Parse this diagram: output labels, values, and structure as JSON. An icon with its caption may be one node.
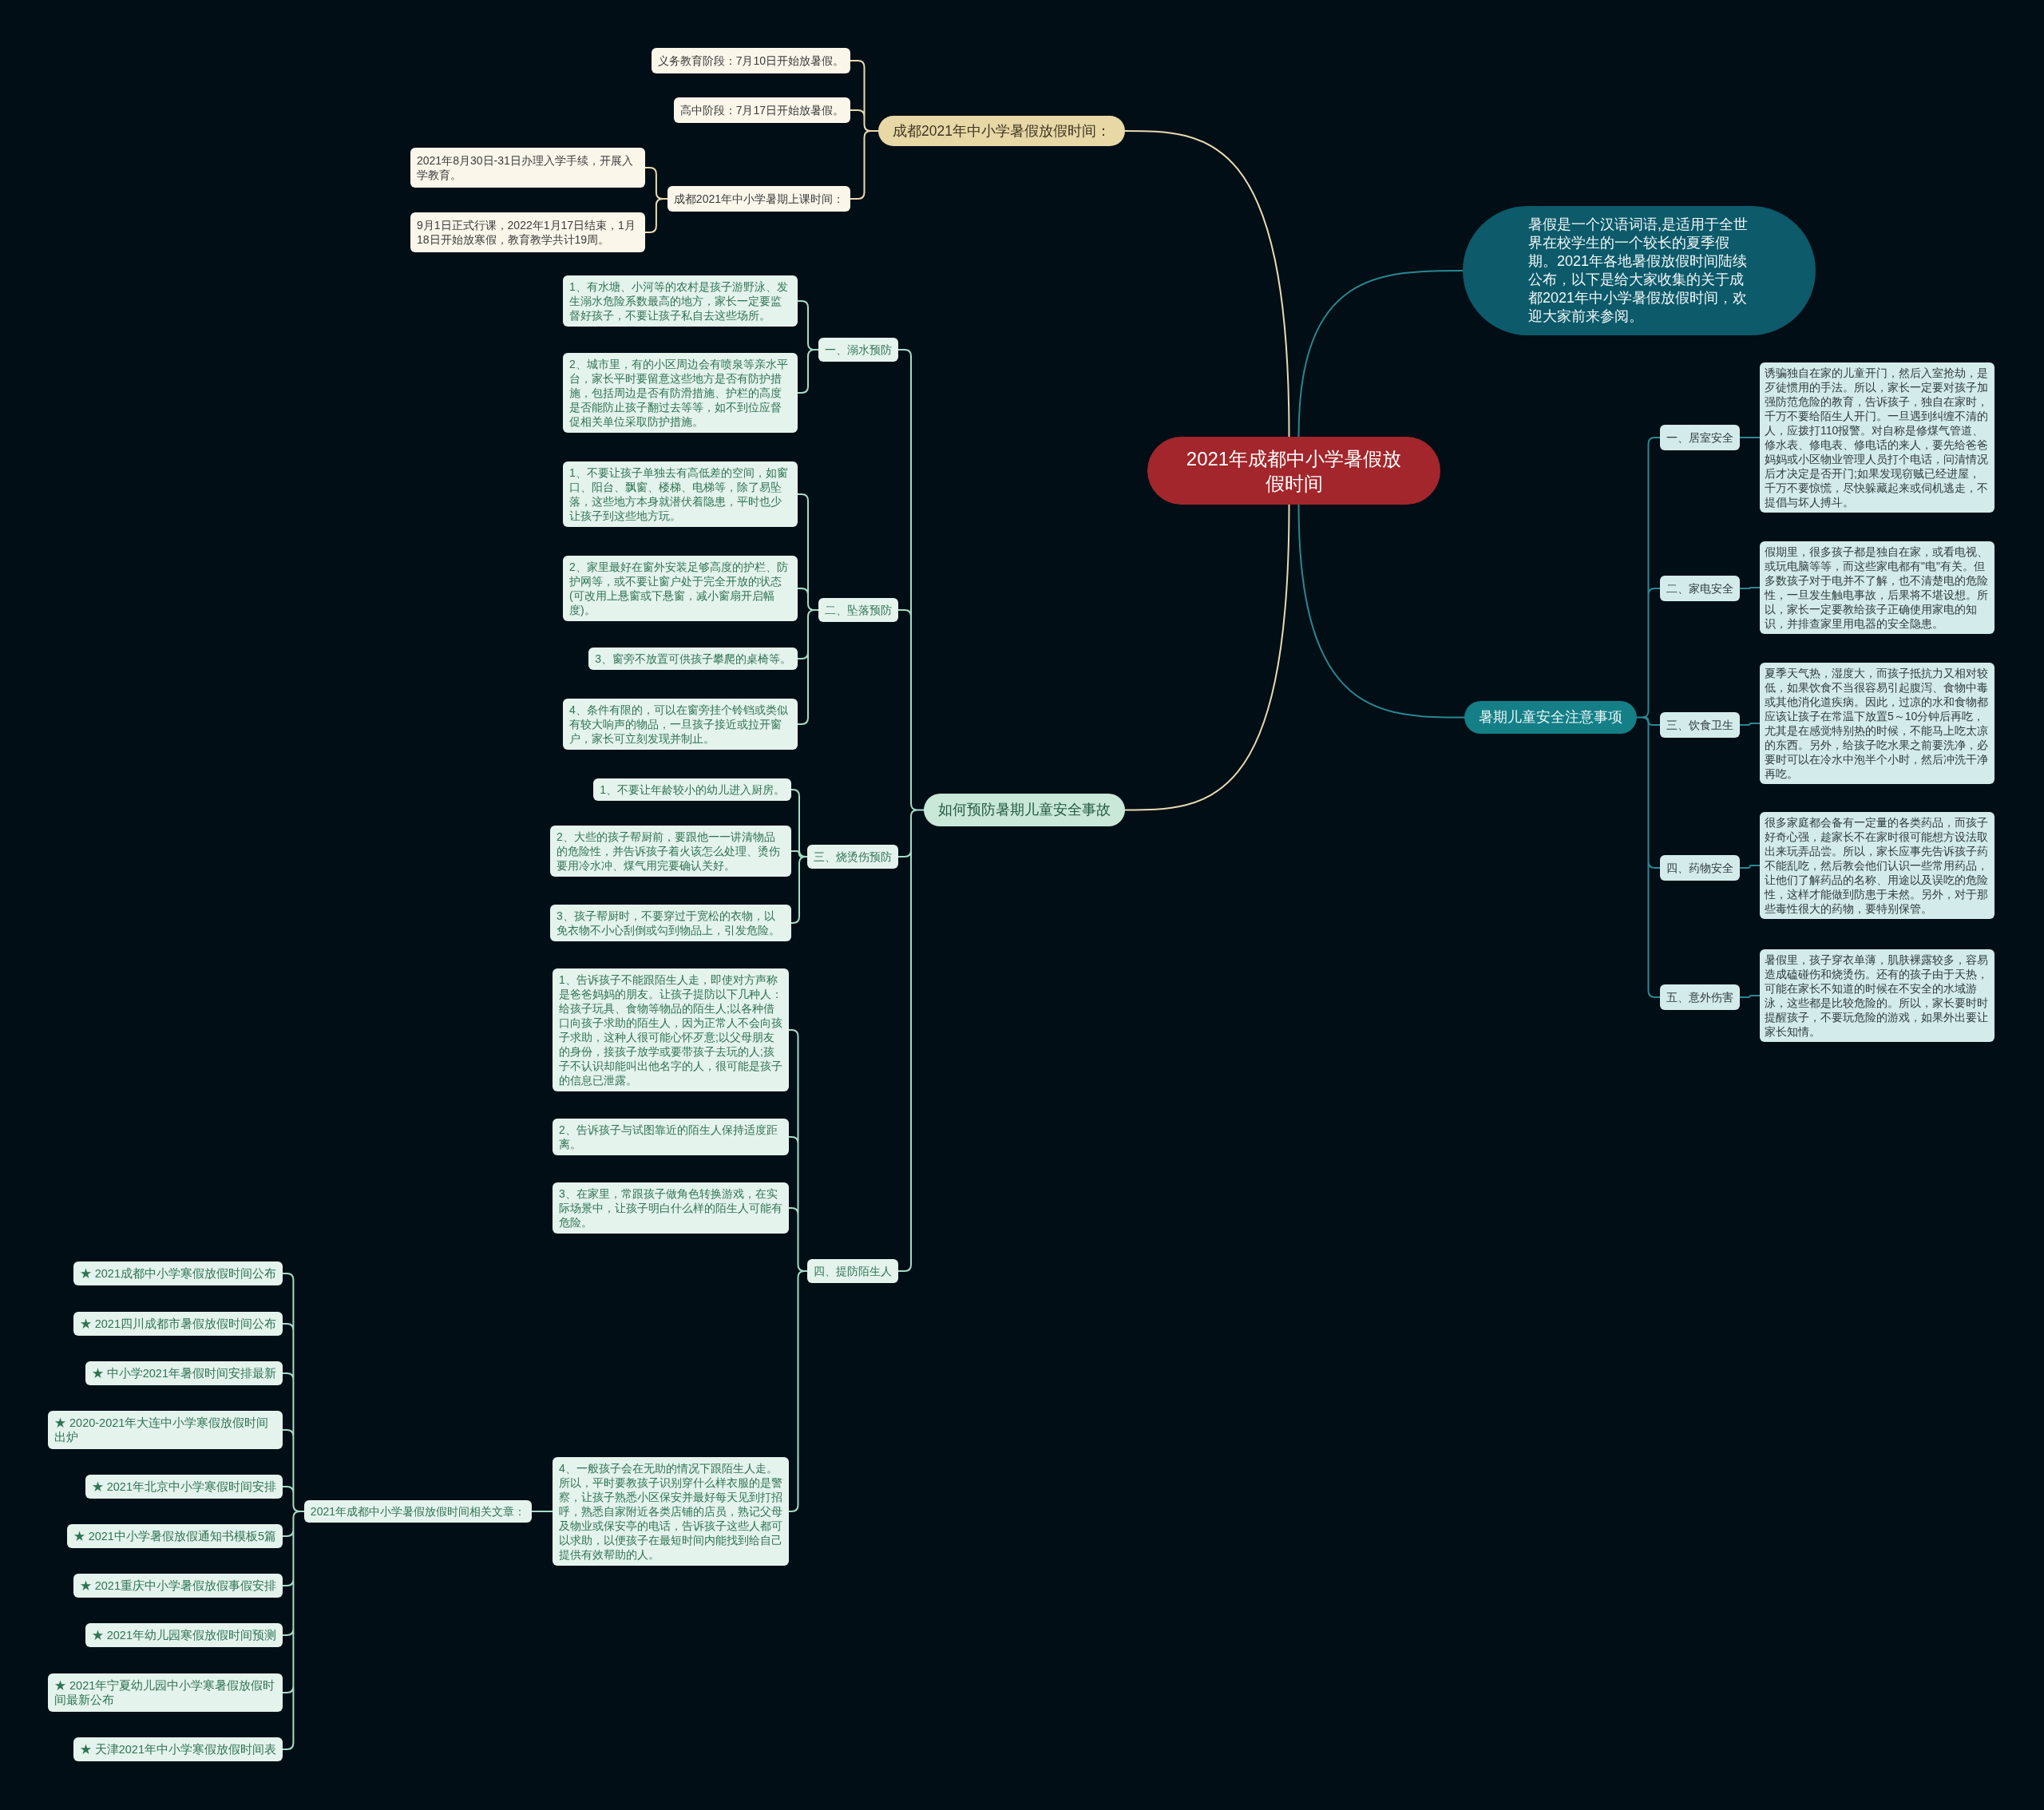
{
  "diagram": {
    "nodes": [
      {
        "text": [
          "2021年成都中小学暑假放假时间"
        ]
      },
      {
        "text": [
          "成都2021年中小学暑假放假时间："
        ]
      },
      {
        "text": [
          "义务教育阶段：7月10日开始放暑假。"
        ]
      },
      {
        "text": [
          "高中阶段：7月17日开始放暑假。"
        ]
      },
      {
        "text": [
          "成都2021年中小学暑期上课时间："
        ]
      },
      {
        "text": [
          "2021年8月30日-31日办理入学手续，开展入学教育。"
        ]
      },
      {
        "text": [
          "9月1日正式行课，2022年1月17日结束，1月18日开始放寒假，教育教学共计19周。"
        ]
      },
      {
        "text": [
          "暑假是一个汉语词语,是适用于全世界在校学生的一个较长的夏季假期。2021年各地暑假放假时间陆续公布，以下是给大家收集的关于成都2021年中小学暑假放假时间，欢迎大家前来参阅。"
        ]
      },
      {
        "text": [
          "暑期儿童安全注意事项"
        ]
      },
      {
        "text": [
          "一、居室安全"
        ]
      },
      {
        "text": [
          "诱骗独自在家的儿童开门，然后入室抢劫，是歹徒惯用的手法。所以，家长一定要对孩子加强防范危险的教育，告诉孩子，独自在家时，千万不要给陌生人开门。一旦遇到纠缠不清的人，应拨打110报警。对自称是修煤气管道、修水表、修电表、修电话的来人，要先给爸爸妈妈或小区物业管理人员打个电话，问清情况后才决定是否开门;如果发现窃贼已经进屋，千万不要惊慌，尽快躲藏起来或伺机逃走，不提倡与坏人搏斗。"
        ]
      },
      {
        "text": [
          "二、家电安全"
        ]
      },
      {
        "text": [
          "假期里，很多孩子都是独自在家，或看电视、或玩电脑等等，而这些家电都有\"电\"有关。但多数孩子对于电并不了解，也不清楚电的危险性，一旦发生触电事故，后果将不堪设想。所以，家长一定要教给孩子正确使用家电的知识，并排查家里用电器的安全隐患。"
        ]
      },
      {
        "text": [
          "三、饮食卫生"
        ]
      },
      {
        "text": [
          "夏季天气热，湿度大，而孩子抵抗力又相对较低，如果饮食不当很容易引起腹泻、食物中毒或其他消化道疾病。因此，过凉的水和食物都应该让孩子在常温下放置5～10分钟后再吃，尤其是在感觉特别热的时候，不能马上吃太凉的东西。另外，给孩子吃水果之前要洗净，必要时可以在冷水中泡半个小时，然后冲洗干净再吃。"
        ]
      },
      {
        "text": [
          "四、药物安全"
        ]
      },
      {
        "text": [
          "很多家庭都会备有一定量的各类药品，而孩子好奇心强，趁家长不在家时很可能想方设法取出来玩弄品尝。所以，家长应事先告诉孩子药不能乱吃，然后教会他们认识一些常用药品，让他们了解药品的名称、用途以及误吃的危险性，这样才能做到防患于未然。另外，对于那些毒性很大的药物，要特别保管。"
        ]
      },
      {
        "text": [
          "五、意外伤害"
        ]
      },
      {
        "text": [
          "暑假里，孩子穿衣单薄，肌肤裸露较多，容易造成磕碰伤和烧烫伤。还有的孩子由于天热，可能在家长不知道的时候在不安全的水域游泳，这些都是比较危险的。所以，家长要时时提醒孩子，不要玩危险的游戏，如果外出要让家长知情。"
        ]
      },
      {
        "text": [
          "如何预防暑期儿童安全事故"
        ]
      },
      {
        "text": [
          "一、溺水预防"
        ]
      },
      {
        "text": [
          "1、有水塘、小河等的农村是孩子游野泳、发生溺水危险系数最高的地方，家长一定要监督好孩子，不要让孩子私自去这些场所。"
        ]
      },
      {
        "text": [
          "2、城市里，有的小区周边会有喷泉等亲水平台，家长平时要留意这些地方是否有防护措施，包括周边是否有防滑措施、护栏的高度是否能防止孩子翻过去等等，如不到位应督促相关单位采取防护措施。"
        ]
      },
      {
        "text": [
          "二、坠落预防"
        ]
      },
      {
        "text": [
          "1、不要让孩子单独去有高低差的空间，如窗口、阳台、飘窗、楼梯、电梯等，除了易坠落，这些地方本身就潜伏着隐患，平时也少让孩子到这些地方玩。"
        ]
      },
      {
        "text": [
          "2、家里最好在窗外安装足够高度的护栏、防护网等，或不要让窗户处于完全开放的状态(可改用上悬窗或下悬窗，减小窗扇开启幅度)。"
        ]
      },
      {
        "text": [
          "3、窗旁不放置可供孩子攀爬的桌椅等。"
        ]
      },
      {
        "text": [
          "4、条件有限的，可以在窗旁挂个铃铛或类似有较大响声的物品，一旦孩子接近或拉开窗户，家长可立刻发现并制止。"
        ]
      },
      {
        "text": [
          "三、烧烫伤预防"
        ]
      },
      {
        "text": [
          "1、不要让年龄较小的幼儿进入厨房。"
        ]
      },
      {
        "text": [
          "2、大些的孩子帮厨前，要跟他一一讲清物品的危险性，并告诉孩子着火该怎么处理、烫伤要用冷水冲、煤气用完要确认关好。"
        ]
      },
      {
        "text": [
          "3、孩子帮厨时，不要穿过于宽松的衣物，以免衣物不小心刮倒或勾到物品上，引发危险。"
        ]
      },
      {
        "text": [
          "四、提防陌生人"
        ]
      },
      {
        "text": [
          "1、告诉孩子不能跟陌生人走，即使对方声称是爸爸妈妈的朋友。让孩子提防以下几种人：给孩子玩具、食物等物品的陌生人;以各种借口向孩子求助的陌生人，因为正常人不会向孩子求助，这种人很可能心怀歹意;以父母朋友的身份，接孩子放学或要带孩子去玩的人;孩子不认识却能叫出他名字的人，很可能是孩子的信息已泄露。"
        ]
      },
      {
        "text": [
          "2、告诉孩子与试图靠近的陌生人保持适度距离。"
        ]
      },
      {
        "text": [
          "3、在家里，常跟孩子做角色转换游戏，在实际场景中，让孩子明白什么样的陌生人可能有危险。"
        ]
      },
      {
        "text": [
          "4、一般孩子会在无助的情况下跟陌生人走。所以，平时要教孩子识别穿什么样衣服的是警察，让孩子熟悉小区保安并最好每天见到打招呼，熟悉自家附近各类店铺的店员，熟记父母及物业或保安亭的电话，告诉孩子这些人都可以求助，以便孩子在最短时间内能找到给自己提供有效帮助的人。"
        ]
      },
      {
        "text": [
          "2021年成都中小学暑假放假时间相关文章："
        ]
      },
      {
        "text": [
          "★ 2021成都中小学寒假放假时间公布"
        ]
      },
      {
        "text": [
          "★ 2021四川成都市暑假放假时间公布"
        ]
      },
      {
        "text": [
          "★ 中小学2021年暑假时间安排最新"
        ]
      },
      {
        "text": [
          "★ 2020-2021年大连中小学寒假放假时间出炉"
        ]
      },
      {
        "text": [
          "★ 2021年北京中小学寒假时间安排"
        ]
      },
      {
        "text": [
          "★ 2021中小学暑假放假通知书模板5篇"
        ]
      },
      {
        "text": [
          "★ 2021重庆中小学暑假放假事假安排"
        ]
      },
      {
        "text": [
          "★ 2021年幼儿园寒假放假时间预测"
        ]
      },
      {
        "text": [
          "★ 2021年宁夏幼儿园中小学寒暑假放假时间最新公布"
        ]
      },
      {
        "text": [
          "★ 天津2021年中小学寒假放假时间表"
        ]
      }
    ],
    "edges": [
      {
        "from": 0,
        "to": 1,
        "arrow": "none",
        "color": "#e8dab0"
      },
      {
        "from": 1,
        "to": 2,
        "arrow": "none",
        "color": "#e8dab0"
      },
      {
        "from": 1,
        "to": 3,
        "arrow": "none",
        "color": "#e8dab0"
      },
      {
        "from": 1,
        "to": 4,
        "arrow": "none",
        "color": "#e8dab0"
      },
      {
        "from": 4,
        "to": 5,
        "arrow": "none",
        "color": "#e8dab0"
      },
      {
        "from": 4,
        "to": 6,
        "arrow": "none",
        "color": "#e8dab0"
      },
      {
        "from": 0,
        "to": 7,
        "arrow": "none",
        "color": "#2a8790"
      },
      {
        "from": 0,
        "to": 8,
        "arrow": "none",
        "color": "#2a8790"
      },
      {
        "from": 8,
        "to": 9,
        "arrow": "none",
        "color": "#2a8790"
      },
      {
        "from": 9,
        "to": 10,
        "arrow": "none",
        "color": "#2a8790"
      },
      {
        "from": 8,
        "to": 11,
        "arrow": "none",
        "color": "#2a8790"
      },
      {
        "from": 11,
        "to": 12,
        "arrow": "none",
        "color": "#2a8790"
      },
      {
        "from": 8,
        "to": 13,
        "arrow": "none",
        "color": "#2a8790"
      },
      {
        "from": 13,
        "to": 14,
        "arrow": "none",
        "color": "#2a8790"
      },
      {
        "from": 8,
        "to": 15,
        "arrow": "none",
        "color": "#2a8790"
      },
      {
        "from": 15,
        "to": 16,
        "arrow": "none",
        "color": "#2a8790"
      },
      {
        "from": 8,
        "to": 17,
        "arrow": "none",
        "color": "#2a8790"
      },
      {
        "from": 17,
        "to": 18,
        "arrow": "none",
        "color": "#2a8790"
      },
      {
        "from": 0,
        "to": 19,
        "arrow": "none",
        "color": "#e8dab0"
      },
      {
        "from": 19,
        "to": 20,
        "arrow": "none"
      },
      {
        "from": 20,
        "to": 21,
        "arrow": "none"
      },
      {
        "from": 20,
        "to": 22,
        "arrow": "none"
      },
      {
        "from": 19,
        "to": 23,
        "arrow": "none"
      },
      {
        "from": 23,
        "to": 24,
        "arrow": "none"
      },
      {
        "from": 23,
        "to": 25,
        "arrow": "none"
      },
      {
        "from": 23,
        "to": 26,
        "arrow": "none"
      },
      {
        "from": 23,
        "to": 27,
        "arrow": "none"
      },
      {
        "from": 19,
        "to": 28,
        "arrow": "none"
      },
      {
        "from": 28,
        "to": 29,
        "arrow": "none"
      },
      {
        "from": 28,
        "to": 30,
        "arrow": "none"
      },
      {
        "from": 28,
        "to": 31,
        "arrow": "none"
      },
      {
        "from": 19,
        "to": 32,
        "arrow": "none"
      },
      {
        "from": 32,
        "to": 33,
        "arrow": "none"
      },
      {
        "from": 32,
        "to": 34,
        "arrow": "none"
      },
      {
        "from": 32,
        "to": 35,
        "arrow": "none"
      },
      {
        "from": 32,
        "to": 36,
        "arrow": "none"
      },
      {
        "from": 36,
        "to": 37,
        "arrow": "none"
      },
      {
        "from": 37,
        "to": 38,
        "arrow": "none"
      },
      {
        "from": 37,
        "to": 39,
        "arrow": "none"
      },
      {
        "from": 37,
        "to": 40,
        "arrow": "none"
      },
      {
        "from": 37,
        "to": 41,
        "arrow": "none"
      },
      {
        "from": 37,
        "to": 42,
        "arrow": "none"
      },
      {
        "from": 37,
        "to": 43,
        "arrow": "none"
      },
      {
        "from": 37,
        "to": 44,
        "arrow": "none"
      },
      {
        "from": 37,
        "to": 45,
        "arrow": "none"
      },
      {
        "from": 37,
        "to": 46,
        "arrow": "none"
      },
      {
        "from": 37,
        "to": 47,
        "arrow": "none"
      }
    ]
  }
}
